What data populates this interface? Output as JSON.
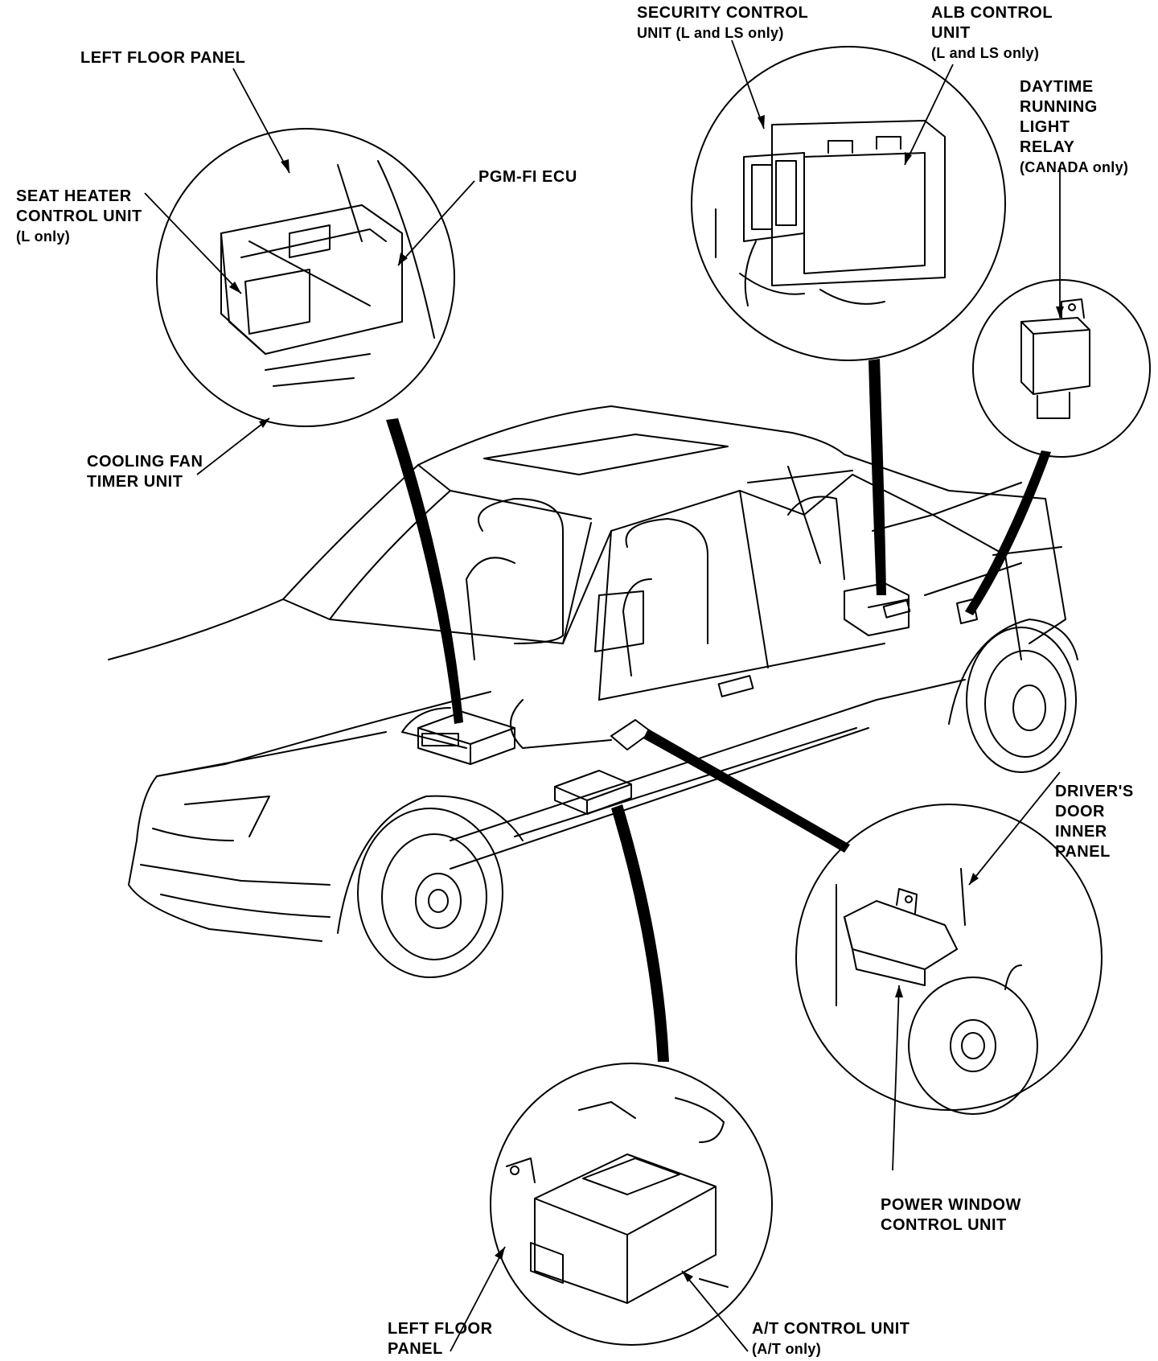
{
  "labels": {
    "left_floor_panel_top": "LEFT FLOOR PANEL",
    "pgm_fi_ecu": "PGM-FI ECU",
    "seat_heater": [
      "SEAT HEATER",
      "CONTROL UNIT",
      "(L only)"
    ],
    "cooling_fan": [
      "COOLING FAN",
      "TIMER UNIT"
    ],
    "security_control": [
      "SECURITY CONTROL",
      "UNIT (L and LS only)"
    ],
    "alb_control": [
      "ALB CONTROL",
      "UNIT",
      "(L and LS only)"
    ],
    "daytime_relay": [
      "DAYTIME",
      "RUNNING",
      "LIGHT",
      "RELAY",
      "(CANADA only)"
    ],
    "drivers_door": [
      "DRIVER'S",
      "DOOR",
      "INNER",
      "PANEL"
    ],
    "power_window": [
      "POWER WINDOW",
      "CONTROL UNIT"
    ],
    "left_floor_panel_bottom": [
      "LEFT FLOOR",
      "PANEL"
    ],
    "at_control": [
      "A/T CONTROL UNIT",
      "(A/T only)"
    ]
  }
}
